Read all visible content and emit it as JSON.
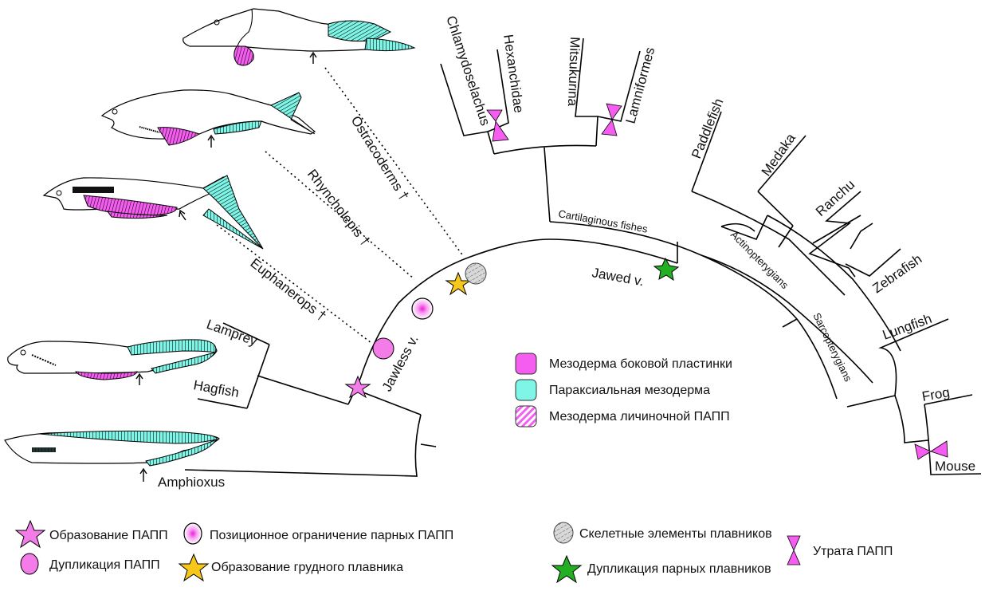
{
  "colors": {
    "lateral_plate": "#f55cf0",
    "paraxial": "#7ef5e6",
    "larval": "#f55cf0",
    "papp_star": "#f47ce8",
    "papp_circle": "#f47ce8",
    "pectoral_star": "#f7c81a",
    "jawed_star": "#22b022",
    "skeletal": "#d8d8d8",
    "loss": "#f55cf0"
  },
  "taxa": {
    "chlamydoselachus": "Chlamydoselachus",
    "hexanchidae": "Hexanchidae",
    "mitsukurina": "Mitsukurina",
    "lamniformes": "Lamniformes",
    "paddlefish": "Paddlefish",
    "medaka": "Medaka",
    "ranchu": "Ranchu",
    "zebrafish": "Zebrafish",
    "lungfish": "Lungfish",
    "frog": "Frog",
    "mouse": "Mouse",
    "lamprey": "Lamprey",
    "hagfish": "Hagfish",
    "amphioxus": "Amphioxus"
  },
  "fossils": {
    "ostracoderms": "Ostracoderms †",
    "rhyncholepis": "Rhyncholepis †",
    "euphanerops": "Euphanerops †"
  },
  "clades": {
    "cartilaginous": "Cartilaginous fishes",
    "actinopterygians": "Actinopterygians",
    "sarcopterygians": "Sarcopterygians",
    "jawed": "Jawed v.",
    "jawless": "Jawless v."
  },
  "tissue_legend": [
    {
      "key": "lateral_plate",
      "label": "Мезодерма боковой пластинки"
    },
    {
      "key": "paraxial",
      "label": "Параксиальная мезодерма"
    },
    {
      "key": "larval",
      "label": "Мезодерма личиночной ПАПП"
    }
  ],
  "event_legend": {
    "papp_formation": "Образование ПАПП",
    "papp_duplication": "Дупликация ПАПП",
    "positional_restriction": "Позиционное ограничение парных ПАПП",
    "pectoral_formation": "Образование грудного плавника",
    "skeletal_elements": "Скелетные элементы плавников",
    "paired_fin_duplication": "Дупликация парных плавников",
    "papp_loss": "Утрата ПАПП"
  }
}
